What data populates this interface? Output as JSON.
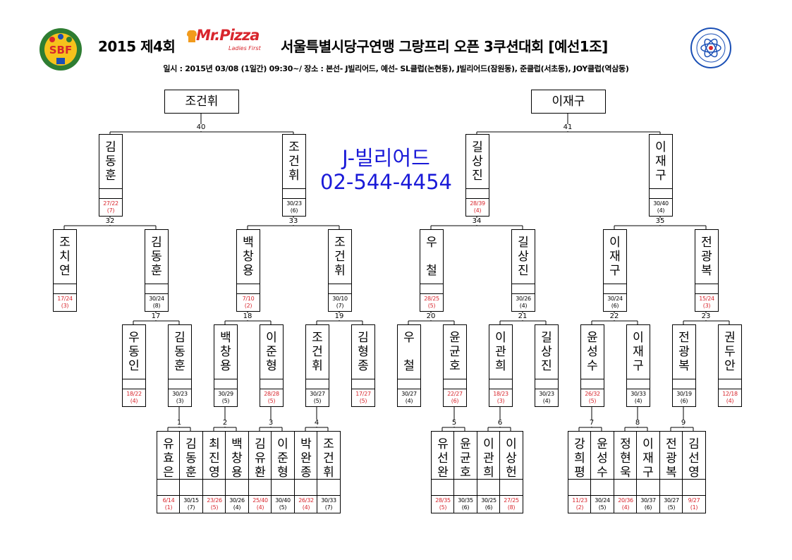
{
  "header": {
    "title_year_round": "2015 제4회",
    "title_rest": "서울특별시당구연맹 그랑프리 오픈 3쿠션대회 [예선1조]",
    "info": "일시 : 2015년 03/08 (1일간) 09:30~/ 장소 : 본선- J빌리어드, 예선- SL클럽(논현동), J빌리어드(잠원동), 준클럽(서초동), JOY클럽(역삼동)",
    "sponsor_main": "Mr.Pizza",
    "sponsor_sub": "Ladies First",
    "left_emblem_text": "SBF"
  },
  "venue": {
    "name": "J-빌리어드",
    "phone": "02-544-4454"
  },
  "finalists": [
    "조건휘",
    "이재구"
  ],
  "match_numbers": {
    "m40": "40",
    "m41": "41",
    "m32": "32",
    "m33": "33",
    "m34": "34",
    "m35": "35",
    "m17": "17",
    "m18": "18",
    "m19": "19",
    "m20": "20",
    "m21": "21",
    "m22": "22",
    "m23": "23",
    "m1": "1",
    "m2": "2",
    "m3": "3",
    "m4": "4",
    "m5": "5",
    "m6": "6",
    "m7": "7",
    "m8": "8",
    "m9": "9"
  },
  "players": {
    "r3": [
      {
        "name": "김동훈",
        "score": "27/22",
        "inn": "(7)",
        "loss": true
      },
      {
        "name": "조건휘",
        "score": "30/23",
        "inn": "(6)",
        "loss": false
      },
      {
        "name": "길상진",
        "score": "28/39",
        "inn": "(4)",
        "loss": true
      },
      {
        "name": "이재구",
        "score": "30/40",
        "inn": "(4)",
        "loss": false
      }
    ],
    "r2": [
      {
        "name": "조치연",
        "score": "17/24",
        "inn": "(3)",
        "loss": true
      },
      {
        "name": "김동훈",
        "score": "30/24",
        "inn": "(8)",
        "loss": false
      },
      {
        "name": "백창용",
        "score": "7/10",
        "inn": "(2)",
        "loss": true
      },
      {
        "name": "조건휘",
        "score": "30/10",
        "inn": "(7)",
        "loss": false
      },
      {
        "name": "우 철",
        "score": "28/25",
        "inn": "(5)",
        "loss": true
      },
      {
        "name": "길상진",
        "score": "30/26",
        "inn": "(4)",
        "loss": false
      },
      {
        "name": "이재구",
        "score": "30/24",
        "inn": "(6)",
        "loss": false
      },
      {
        "name": "전광복",
        "score": "15/24",
        "inn": "(3)",
        "loss": true
      }
    ],
    "r1": [
      {
        "name": "우동인",
        "score": "18/22",
        "inn": "(4)",
        "loss": true
      },
      {
        "name": "김동훈",
        "score": "30/23",
        "inn": "(3)",
        "loss": false
      },
      {
        "name": "백창용",
        "score": "30/29",
        "inn": "(5)",
        "loss": false
      },
      {
        "name": "이준형",
        "score": "28/28",
        "inn": "(5)",
        "loss": true
      },
      {
        "name": "조건휘",
        "score": "30/27",
        "inn": "(5)",
        "loss": false
      },
      {
        "name": "김형종",
        "score": "17/27",
        "inn": "(5)",
        "loss": true
      },
      {
        "name": "우 철",
        "score": "30/27",
        "inn": "(4)",
        "loss": false
      },
      {
        "name": "윤균호",
        "score": "22/27",
        "inn": "(6)",
        "loss": true
      },
      {
        "name": "이관희",
        "score": "18/23",
        "inn": "(3)",
        "loss": true
      },
      {
        "name": "길상진",
        "score": "30/23",
        "inn": "(4)",
        "loss": false
      },
      {
        "name": "윤성수",
        "score": "26/32",
        "inn": "(5)",
        "loss": true
      },
      {
        "name": "이재구",
        "score": "30/33",
        "inn": "(4)",
        "loss": false
      },
      {
        "name": "전광복",
        "score": "30/19",
        "inn": "(6)",
        "loss": false
      },
      {
        "name": "권두안",
        "score": "12/18",
        "inn": "(4)",
        "loss": true
      }
    ],
    "r0": [
      {
        "name": "유효은",
        "score": "6/14",
        "inn": "(1)",
        "loss": true
      },
      {
        "name": "김동훈",
        "score": "30/15",
        "inn": "(7)",
        "loss": false
      },
      {
        "name": "최진영",
        "score": "23/26",
        "inn": "(5)",
        "loss": true
      },
      {
        "name": "백창용",
        "score": "30/26",
        "inn": "(4)",
        "loss": false
      },
      {
        "name": "김유환",
        "score": "25/40",
        "inn": "(4)",
        "loss": true
      },
      {
        "name": "이준형",
        "score": "30/40",
        "inn": "(5)",
        "loss": false
      },
      {
        "name": "박완종",
        "score": "26/32",
        "inn": "(4)",
        "loss": true
      },
      {
        "name": "조건휘",
        "score": "30/33",
        "inn": "(7)",
        "loss": false
      },
      {
        "name": "유선완",
        "score": "28/35",
        "inn": "(5)",
        "loss": true
      },
      {
        "name": "윤균호",
        "score": "30/35",
        "inn": "(6)",
        "loss": false
      },
      {
        "name": "이관희",
        "score": "30/25",
        "inn": "(6)",
        "loss": false
      },
      {
        "name": "이상헌",
        "score": "27/25",
        "inn": "(8)",
        "loss": true
      },
      {
        "name": "강희평",
        "score": "11/23",
        "inn": "(2)",
        "loss": true
      },
      {
        "name": "윤성수",
        "score": "30/24",
        "inn": "(5)",
        "loss": false
      },
      {
        "name": "정현욱",
        "score": "20/36",
        "inn": "(4)",
        "loss": true
      },
      {
        "name": "이재구",
        "score": "30/37",
        "inn": "(6)",
        "loss": false
      },
      {
        "name": "전광복",
        "score": "30/27",
        "inn": "(5)",
        "loss": false
      },
      {
        "name": "김선영",
        "score": "9/27",
        "inn": "(1)",
        "loss": true
      }
    ]
  },
  "colors": {
    "loss_score": "#d8262d",
    "venue_text": "#1a1ad8",
    "sponsor": "#d8262d"
  }
}
